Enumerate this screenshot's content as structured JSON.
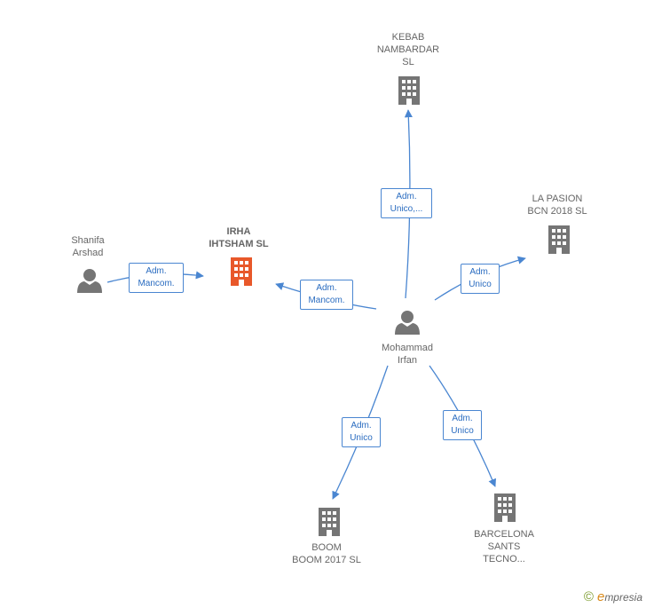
{
  "nodes": {
    "kebab": {
      "lines": [
        "KEBAB",
        "NAMBARDAR",
        "SL"
      ],
      "kind": "company",
      "icon": "building-icon"
    },
    "lapasion": {
      "lines": [
        "LA PASION",
        "BCN 2018  SL"
      ],
      "kind": "company",
      "icon": "building-icon"
    },
    "irha": {
      "lines": [
        "IRHA",
        "IHTSHAM  SL"
      ],
      "kind": "company-main",
      "icon": "building-icon"
    },
    "shanifa": {
      "lines": [
        "Shanifa",
        "Arshad"
      ],
      "kind": "person",
      "icon": "person-icon"
    },
    "mohammad": {
      "lines": [
        "Mohammad",
        "Irfan"
      ],
      "kind": "person",
      "icon": "person-icon"
    },
    "boom": {
      "lines": [
        "BOOM",
        "BOOM 2017  SL"
      ],
      "kind": "company",
      "icon": "building-icon"
    },
    "barcelona": {
      "lines": [
        "BARCELONA",
        "SANTS",
        "TECNO..."
      ],
      "kind": "company",
      "icon": "building-icon"
    }
  },
  "edges": {
    "kebab": {
      "lines": [
        "Adm.",
        "Unico,..."
      ]
    },
    "lapasion": {
      "lines": [
        "Adm.",
        "Unico"
      ]
    },
    "irha_m": {
      "lines": [
        "Adm.",
        "Mancom."
      ]
    },
    "irha_s": {
      "lines": [
        "Adm.",
        "Mancom."
      ]
    },
    "boom": {
      "lines": [
        "Adm.",
        "Unico"
      ]
    },
    "barcelona": {
      "lines": [
        "Adm.",
        "Unico"
      ]
    }
  },
  "colors": {
    "edge": "#4a86d1",
    "node_gray": "#757575",
    "node_main": "#e8582a"
  },
  "watermark": {
    "symbol": "©",
    "brand_initial": "e",
    "brand_rest": "mpresia"
  }
}
